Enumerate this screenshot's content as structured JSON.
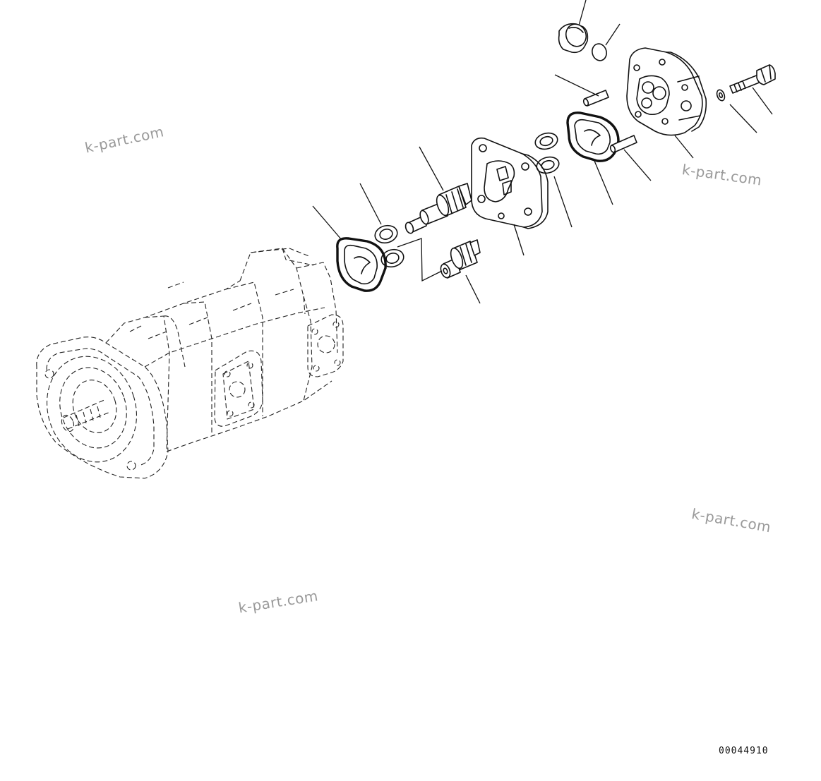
{
  "drawing": {
    "drawing_number": "00044910",
    "watermarks": [
      "k-part.com",
      "k-part.com",
      "k-part.com",
      "k-part.com"
    ]
  }
}
